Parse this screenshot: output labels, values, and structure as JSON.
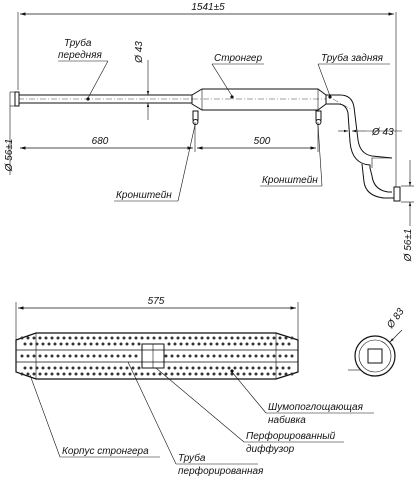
{
  "dimensions": {
    "overall_length": "1541±5",
    "front_pipe_diameter": "Ø 43",
    "inlet_diameter": "Ø 56±1",
    "front_length": "680",
    "resonator_length": "500",
    "rear_pipe_diameter": "Ø 43",
    "outlet_diameter": "Ø 56±1",
    "stronger_length": "575",
    "stronger_section_diameter": "Ø 83"
  },
  "labels": {
    "front_pipe": [
      "Труба",
      "передняя"
    ],
    "stronger": "Стронгер",
    "rear_pipe": "Труба задняя",
    "bracket_left": "Кронштейн",
    "bracket_right": "Кронштейн",
    "absorbing_packing": [
      "Шумопоглощающая",
      "набивка"
    ],
    "perforated_diffuser": [
      "Перфорированный",
      "диффузор"
    ],
    "stronger_body": "Корпус стронгера",
    "perforated_pipe": [
      "Труба",
      "перфорированная"
    ]
  }
}
